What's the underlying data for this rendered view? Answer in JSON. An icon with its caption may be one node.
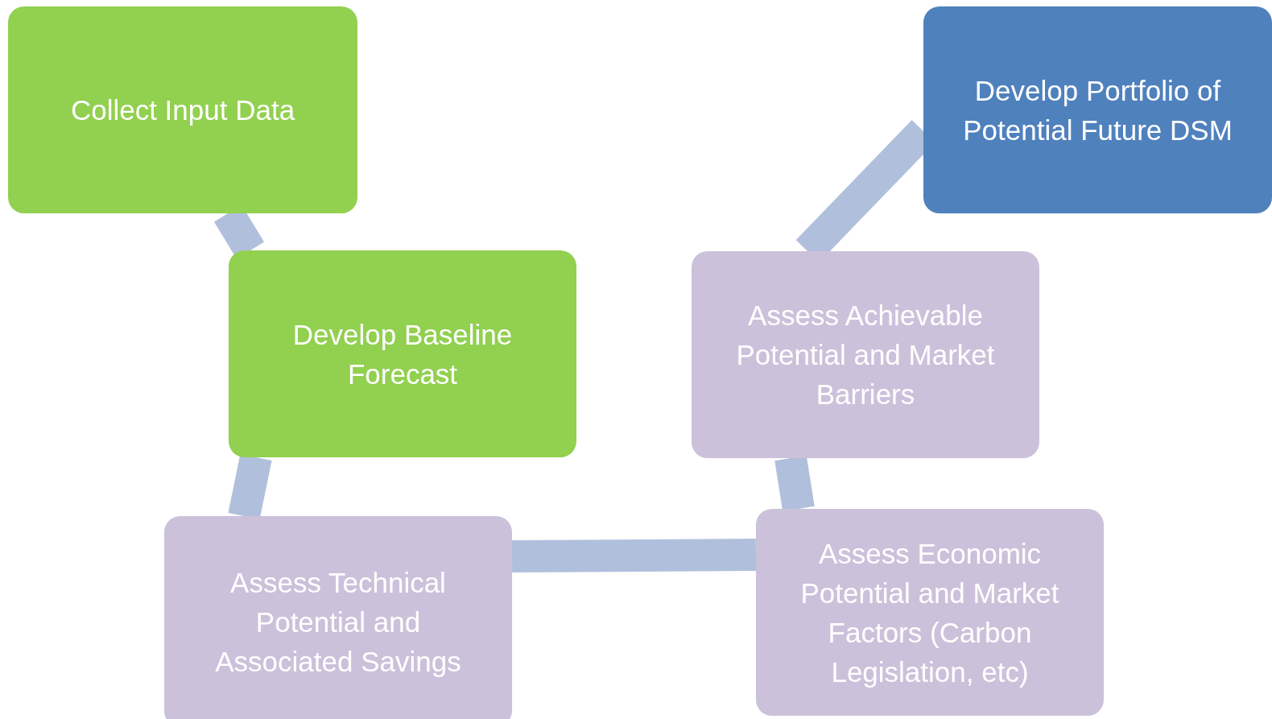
{
  "diagram": {
    "nodes": [
      {
        "text": [
          "Collect Input Data"
        ]
      },
      {
        "text": [
          "Develop Baseline Forecast"
        ]
      },
      {
        "text": [
          "Assess Technical Potential and Associated Savings"
        ]
      },
      {
        "text": [
          "Assess Economic Potential and Market Factors (Carbon Legislation, etc)"
        ]
      },
      {
        "text": [
          "Assess Achievable Potential and Market Barriers"
        ]
      },
      {
        "text": [
          "Develop Portfolio of Potential Future DSM"
        ]
      }
    ],
    "edges": [
      {
        "from": 0,
        "to": 1,
        "arrow": "none"
      },
      {
        "from": 1,
        "to": 2,
        "arrow": "none"
      },
      {
        "from": 2,
        "to": 3,
        "arrow": "none"
      },
      {
        "from": 3,
        "to": 4,
        "arrow": "none"
      },
      {
        "from": 4,
        "to": 5,
        "arrow": "none"
      }
    ]
  }
}
